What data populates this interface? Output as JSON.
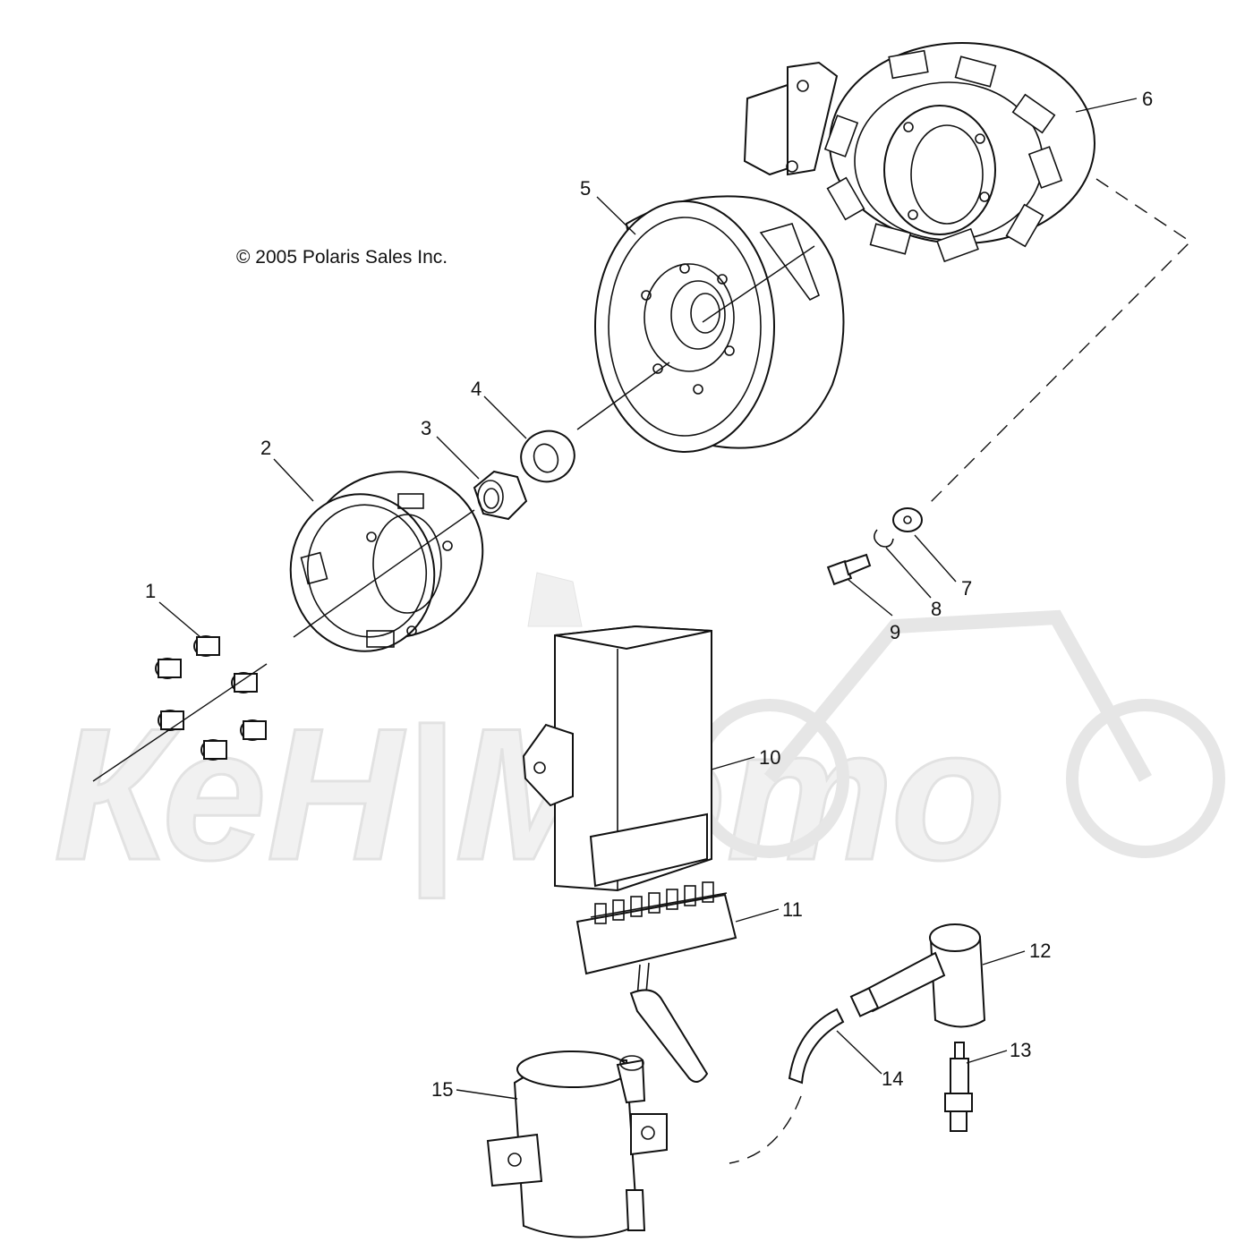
{
  "copyright": "© 2005 Polaris Sales Inc.",
  "watermark": "KeH|Moto",
  "callouts": [
    "1",
    "2",
    "3",
    "4",
    "5",
    "6",
    "7",
    "8",
    "9",
    "10",
    "11",
    "12",
    "13",
    "14",
    "15"
  ]
}
